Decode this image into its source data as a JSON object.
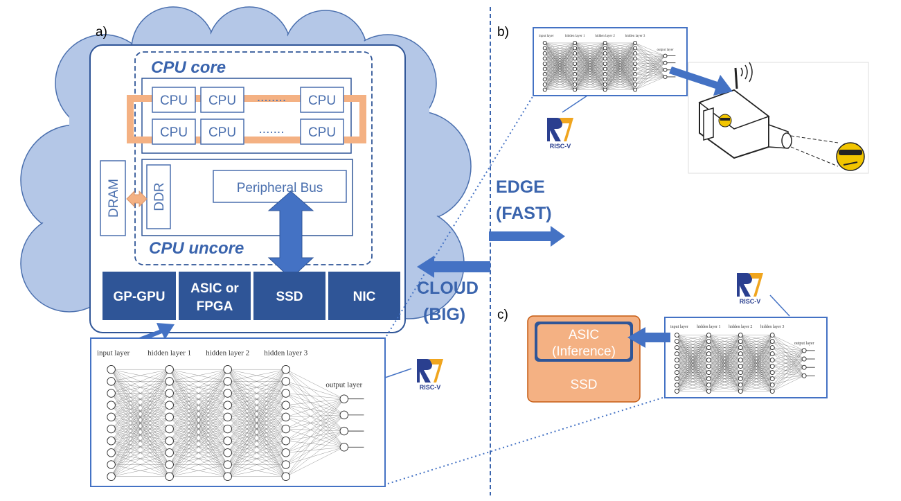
{
  "panels": {
    "a": "a)",
    "b": "b)",
    "c": "c)"
  },
  "server": {
    "cpu_core_label": "CPU core",
    "cpu_uncore_label": "CPU uncore",
    "cpu_row1": [
      "CPU",
      "CPU",
      "........",
      "CPU"
    ],
    "cpu_row2": [
      "CPU",
      "CPU",
      ".......",
      "CPU"
    ],
    "dram_label": "DRAM",
    "ddr_label": "DDR",
    "peripheral_bus_label": "Peripheral Bus",
    "blocks": {
      "gpgpu": "GP-GPU",
      "asic_fpga_line1": "ASIC or",
      "asic_fpga_line2": "FPGA",
      "ssd": "SSD",
      "nic": "NIC"
    }
  },
  "divider_labels": {
    "edge_line1": "EDGE",
    "edge_line2": "(FAST)",
    "cloud_line1": "CLOUD",
    "cloud_line2": "(BIG)"
  },
  "neural_net": {
    "input_layer": "input layer",
    "hidden_layer_1": "hidden layer 1",
    "hidden_layer_2": "hidden layer 2",
    "hidden_layer_3": "hidden layer 3",
    "output_layer": "output layer"
  },
  "riscv_logo_text": "RISC-V",
  "ssd_box": {
    "asic_line1": "ASIC",
    "asic_line2": "(Inference)",
    "ssd_label": "SSD"
  },
  "colors": {
    "accent_blue": "#3a64ad",
    "dark_block": "#2f5597",
    "cloud_fill": "#b4c7e7",
    "orange": "#f4b183",
    "riscv_orange": "#f0a51e",
    "riscv_blue": "#2a3f8f"
  }
}
